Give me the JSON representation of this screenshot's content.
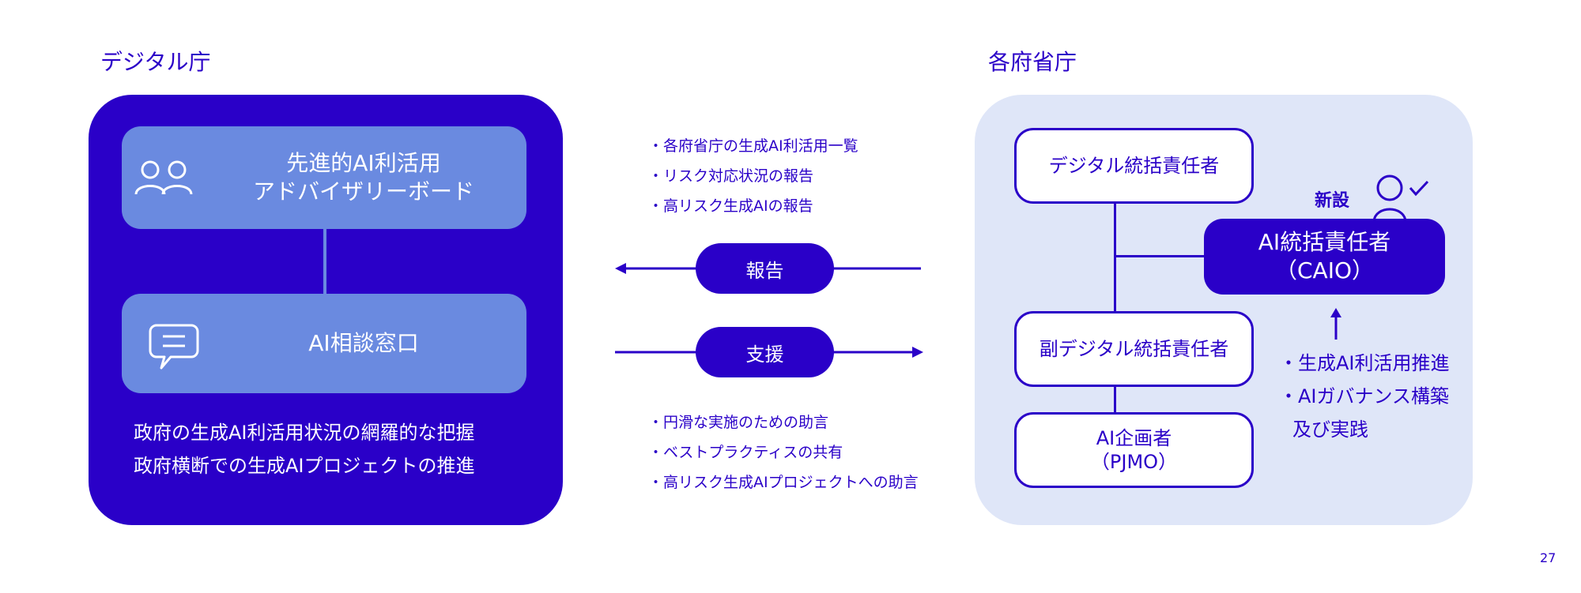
{
  "left_section": {
    "title": "デジタル庁",
    "advisory_board": {
      "line1": "先進的AI利活用",
      "line2": "アドバイザリーボード",
      "icon": "people-icon"
    },
    "consultation_desk": {
      "label": "AI相談窓口",
      "icon": "chat-bubble-icon"
    },
    "descriptions": [
      "政府の生成AI利活用状況の網羅的な把握",
      "政府横断での生成AIプロジェクトの推進"
    ]
  },
  "right_section": {
    "title": "各府省庁",
    "cdo": "デジタル統括責任者",
    "vice_cdo": "副デジタル統括責任者",
    "pjmo": {
      "line1": "AI企画者",
      "line2": "（PJMO）"
    },
    "caio": {
      "line1": "AI統括責任者",
      "line2": "（CAIO）"
    },
    "new_badge": "新設",
    "caio_roles": [
      "・生成AI利活用推進",
      "・AIガバナンス構築",
      "及び実践"
    ]
  },
  "middle": {
    "report_items": [
      "・各府省庁の生成AI利活用一覧",
      "・リスク対応状況の報告",
      "・高リスク生成AIの報告"
    ],
    "report_label": "報告",
    "support_label": "支援",
    "support_items": [
      "・円滑な実施のための助言",
      "・ベストプラクティスの共有",
      "・高リスク生成AIプロジェクトへの助言"
    ]
  },
  "page_number": "27",
  "colors": {
    "primary": "#2a00c8",
    "light_box": "#6a8ae0",
    "right_bg": "#dfe6f8"
  }
}
